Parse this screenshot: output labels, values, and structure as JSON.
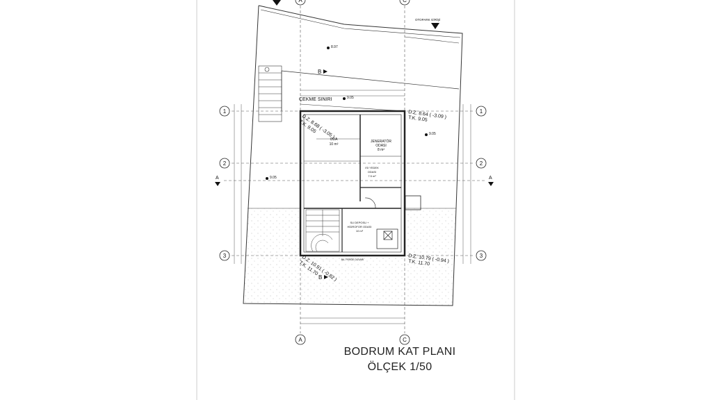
{
  "drawing": {
    "title": "BODRUM KAT PLANI",
    "scale": "ÖLÇEK 1/50",
    "parking_entrance": "OTOPARK GİRİŞİ",
    "setback_line": "ÇEKME SINIRI",
    "grid_columns": [
      "A",
      "C"
    ],
    "grid_rows": [
      "1",
      "2",
      "3"
    ],
    "section_a": "A",
    "section_b": "B",
    "rooms": [
      {
        "name": "ODA",
        "area": "10 m²"
      },
      {
        "name": "JENERATÖR",
        "name2": "ODASI",
        "area": "8 m²"
      },
      {
        "name": "ISI YEDEK",
        "name2": "ODASI",
        "area": "7.5 m²"
      },
      {
        "name": "SU DEPOSU +",
        "name2": "HİDROFOR ODASI",
        "area": "10 m²"
      }
    ],
    "wall_label": "BA. PERDE DUVARI",
    "levels": {
      "top": "8.97",
      "setback": "9.05",
      "right": "9.05",
      "left": "9.05",
      "corner_tl_dz": "D.Z. 8.68 ( -3.05 )",
      "corner_tl_tk": "T.K. 9.05",
      "corner_tr_dz": "D.Z. 8.64 ( -3.09 )",
      "corner_tr_tk": "T.K. 9.05",
      "corner_bl_dz": "D.Z. 10.91 ( -0.82 )",
      "corner_bl_tk": "T.K. 11.70",
      "corner_br_dz": "D.Z. 10.79 ( -0.94 )",
      "corner_br_tk": "T.K. 11.70"
    },
    "colors": {
      "line": "#222222",
      "hatch": "#bbbbbb",
      "background": "#ffffff"
    }
  }
}
